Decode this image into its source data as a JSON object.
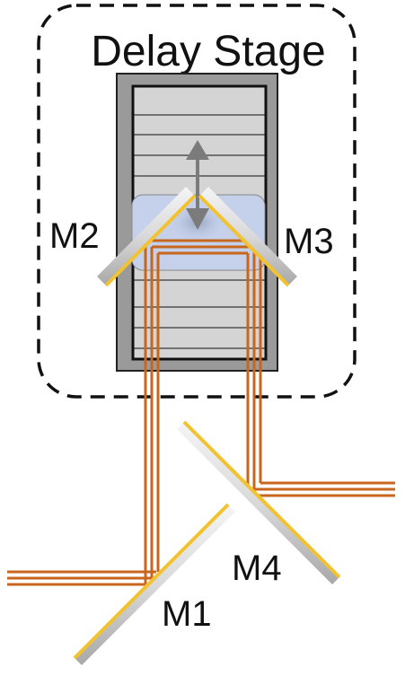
{
  "diagram": {
    "title": "Delay Stage",
    "mirrors": [
      {
        "id": "M1",
        "label": "M1"
      },
      {
        "id": "M2",
        "label": "M2"
      },
      {
        "id": "M3",
        "label": "M3"
      },
      {
        "id": "M4",
        "label": "M4"
      }
    ],
    "colors": {
      "beam": "#c8661e",
      "mirror_coating": "#f2c230",
      "mirror_body": "#e2e2e2",
      "stage_frame": "#9a9a9a",
      "stage_rails": "#d4d4d4",
      "carriage": "#c5d0ea",
      "arrow": "#7b7b7b",
      "dashed_box": "#111111"
    }
  }
}
